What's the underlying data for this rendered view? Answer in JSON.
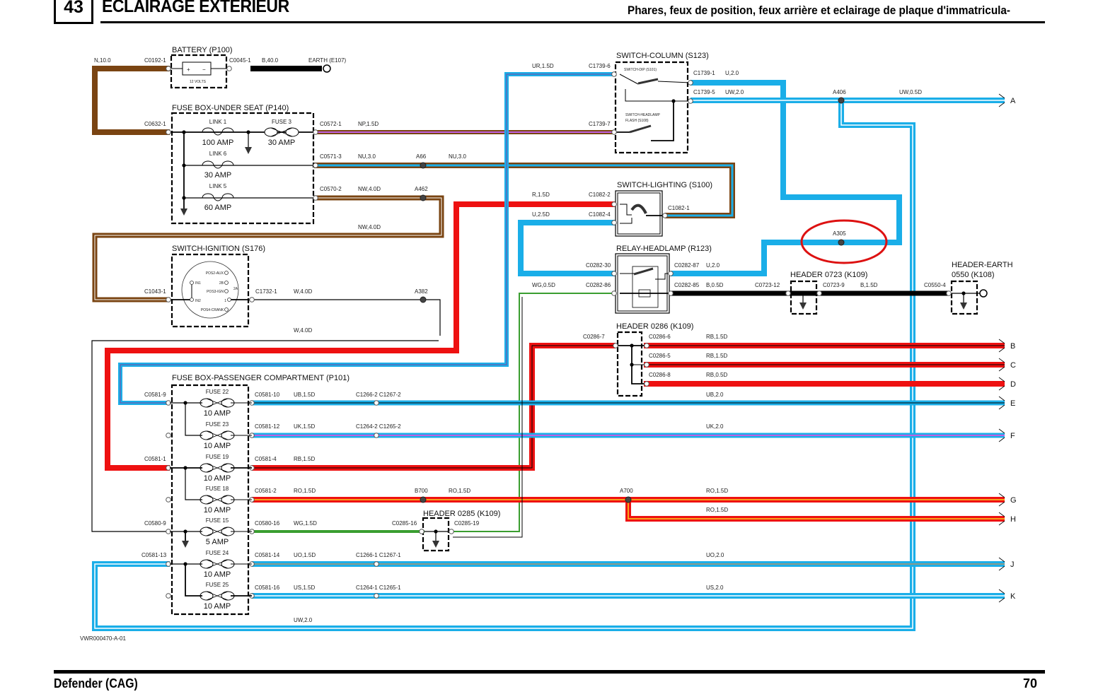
{
  "page": {
    "section_number": "43",
    "section_title": "ECLAIRAGE EXTERIEUR",
    "subtitle": "Phares, feux de position, feux arrière et eclairage de plaque d'immatricula-",
    "footer_model": "Defender (CAG)",
    "footer_page": "70",
    "drawing_ref": "VWR000470-A-01"
  },
  "colors": {
    "brown": "#7a4412",
    "blue": "#1aaee8",
    "red": "#ee1111",
    "orange": "#f7a21a",
    "green": "#3a9e30",
    "purple": "#c060e0",
    "grey": "#8a9a8a",
    "highlight": "#dd1111"
  },
  "components": {
    "battery": {
      "name": "BATTERY (P100)",
      "voltage": "12 VOLTS",
      "plus": "+",
      "minus": "−"
    },
    "earth_e107": {
      "name": "EARTH (E107)"
    },
    "fusebox_seat": {
      "name": "FUSE BOX-UNDER SEAT (P140)",
      "items": [
        {
          "name": "LINK 1",
          "rating": "100 AMP"
        },
        {
          "name": "FUSE 3",
          "rating": "30 AMP"
        },
        {
          "name": "LINK 6",
          "rating": "30 AMP"
        },
        {
          "name": "LINK 5",
          "rating": "60 AMP"
        }
      ]
    },
    "switch_ignition": {
      "name": "SWITCH-IGNITION (S176)",
      "positions": [
        "POS2-AUX",
        "IN1",
        "2B",
        "POS3-IGN",
        "2A",
        "IN2",
        "1",
        "POS4-CRANK"
      ]
    },
    "switch_column": {
      "name": "SWITCH-COLUMN (S123)",
      "dip": "SWITCH-DIP (S101)",
      "flash_1": "SWITCH-HEADLAMP",
      "flash_2": "FLASH (S108)"
    },
    "switch_lighting": {
      "name": "SWITCH-LIGHTING (S100)"
    },
    "relay_headlamp": {
      "name": "RELAY-HEADLAMP (R123)"
    },
    "header_0723": {
      "name": "HEADER 0723 (K109)"
    },
    "header_earth": {
      "name_1": "HEADER-EARTH",
      "name_2": "0550 (K108)"
    },
    "header_0286": {
      "name": "HEADER 0286 (K109)"
    },
    "header_0285": {
      "name": "HEADER 0285 (K109)"
    },
    "fusebox_passenger": {
      "name": "FUSE BOX-PASSENGER COMPARTMENT (P101)",
      "fuses": [
        {
          "name": "FUSE 22",
          "rating": "10 AMP"
        },
        {
          "name": "FUSE 23",
          "rating": "10 AMP"
        },
        {
          "name": "FUSE 19",
          "rating": "10 AMP"
        },
        {
          "name": "FUSE 18",
          "rating": "10 AMP"
        },
        {
          "name": "FUSE 15",
          "rating": "5 AMP"
        },
        {
          "name": "FUSE 24",
          "rating": "10 AMP"
        },
        {
          "name": "FUSE 25",
          "rating": "10 AMP"
        }
      ]
    }
  },
  "connectors": {
    "c0192_1": "C0192-1",
    "c0045_1": "C0045-1",
    "c0632_1": "C0632-1",
    "c0572_1": "C0572-1",
    "c0571_3": "C0571-3",
    "c0570_2": "C0570-2",
    "c1043_1": "C1043-1",
    "c1732_1": "C1732-1",
    "c1739_6": "C1739-6",
    "c1739_7": "C1739-7",
    "c1739_1": "C1739-1",
    "c1739_5": "C1739-5",
    "c1082_2": "C1082-2",
    "c1082_4": "C1082-4",
    "c1082_1": "C1082-1",
    "c0282_30": "C0282-30",
    "c0282_86": "C0282-86",
    "c0282_87": "C0282-87",
    "c0282_85": "C0282-85",
    "c0723_12": "C0723-12",
    "c0723_9": "C0723-9",
    "c0550_4": "C0550-4",
    "c0286_7": "C0286-7",
    "c0286_6": "C0286-6",
    "c0286_5": "C0286-5",
    "c0286_8": "C0286-8",
    "c0581_9": "C0581-9",
    "c0581_10": "C0581-10",
    "c0581_12": "C0581-12",
    "c0581_1": "C0581-1",
    "c0581_4": "C0581-4",
    "c0581_2": "C0581-2",
    "c0580_9": "C0580-9",
    "c0580_16": "C0580-16",
    "c0581_13": "C0581-13",
    "c0581_14": "C0581-14",
    "c0581_16": "C0581-16",
    "c0285_16": "C0285-16",
    "c0285_19": "C0285-19",
    "c1266_2": "C1266-2 C1267-2",
    "c1264_2": "C1264-2 C1265-2",
    "c1266_1": "C1266-1 C1267-1",
    "c1264_1": "C1264-1 C1265-1"
  },
  "splices": {
    "a66": "A66",
    "a462": "A462",
    "a382": "A382",
    "a406": "A406",
    "a305": "A305",
    "b700": "B700",
    "a700": "A700"
  },
  "wires": {
    "n10": "N,10.0",
    "b40": "B,40.0",
    "np15": "NP,1.5D",
    "nu30a": "NU,3.0",
    "nu30b": "NU,3.0",
    "nw40a": "NW,4.0D",
    "nw40b": "NW,4.0D",
    "w40a": "W,4.0D",
    "w40b": "W,4.0D",
    "ur15": "UR,1.5D",
    "u20a": "U,2.0",
    "uw20": "UW,2.0",
    "uw05": "UW,0.5D",
    "r15": "R,1.5D",
    "u25": "U,2.5D",
    "u20b": "U,2.0",
    "wg05": "WG,0.5D",
    "b05": "B,0.5D",
    "b15": "B,1.5D",
    "rb15a": "RB,1.5D",
    "rb15b": "RB,1.5D",
    "rb05": "RB,0.5D",
    "ub20": "UB,2.0",
    "uk20": "UK,2.0",
    "ub15": "UB,1.5D",
    "uk15": "UK,1.5D",
    "rb15c": "RB,1.5D",
    "ro15a": "RO,1.5D",
    "ro15b": "RO,1.5D",
    "ro15c": "RO,1.5D",
    "ro15d": "RO,1.5D",
    "wg15": "WG,1.5D",
    "uo15": "UO,1.5D",
    "uo20": "UO,2.0",
    "us15": "US,1.5D",
    "us20": "US,2.0",
    "uw20b": "UW,2.0"
  },
  "terminals": [
    "A",
    "B",
    "C",
    "D",
    "E",
    "F",
    "G",
    "H",
    "J",
    "K"
  ]
}
